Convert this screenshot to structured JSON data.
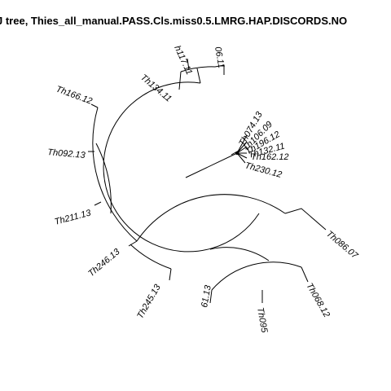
{
  "diagram": {
    "title": "J tree,  Thies_all_manual.PASS.Cls.miss0.5.LMRG.HAP.DISCORDS.NO",
    "colors": {
      "line": "#000000",
      "background": "#ffffff"
    },
    "tips": [
      {
        "label": "Th074.13"
      },
      {
        "label": "Th106.09"
      },
      {
        "label": "Th196.12"
      },
      {
        "label": "Th132.11"
      },
      {
        "label": "Th162.12"
      },
      {
        "label": "Th230.12"
      },
      {
        "label": "Th086.07"
      },
      {
        "label": "Th068.12"
      },
      {
        "label": "Th095"
      },
      {
        "label": "61.13"
      },
      {
        "label": "Th245.13"
      },
      {
        "label": "Th246.13"
      },
      {
        "label": "Th211.13"
      },
      {
        "label": "Th092.13"
      },
      {
        "label": "Th166.12"
      },
      {
        "label": "Th134.11"
      },
      {
        "label": "h117.11"
      },
      {
        "label": "06.11"
      }
    ]
  }
}
